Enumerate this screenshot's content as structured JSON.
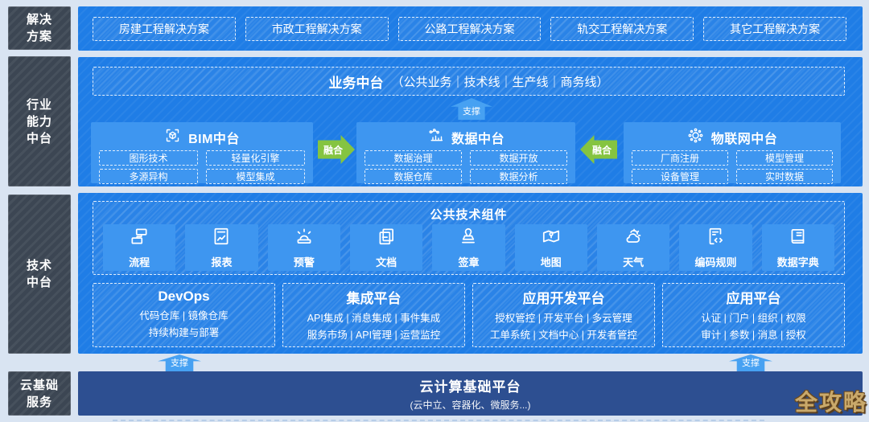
{
  "colors": {
    "background": "#d9e4f2",
    "panel_blue": "#1f7de6",
    "box_blue": "#3e96f0",
    "sidebar_dark": "#3c4653",
    "navy_bar": "#2d4f91",
    "merge_green": "#85c441",
    "support_arrow_blue": "#47a1f2",
    "watermark_gold": "#c9a96b"
  },
  "sidebar": {
    "items": [
      {
        "label": "解决\n方案"
      },
      {
        "label": "行业\n能力\n中台"
      },
      {
        "label": "技术\n中台"
      },
      {
        "label": "云基础\n服务"
      }
    ]
  },
  "solutions": {
    "items": [
      {
        "label": "房建工程解决方案"
      },
      {
        "label": "市政工程解决方案"
      },
      {
        "label": "公路工程解决方案"
      },
      {
        "label": "轨交工程解决方案"
      },
      {
        "label": "其它工程解决方案"
      }
    ]
  },
  "industry": {
    "biz": {
      "title": "业务中台",
      "detail": "（公共业务｜技术线｜生产线｜商务线）"
    },
    "platforms": [
      {
        "title": "BIM中台",
        "icon": "bim-cube-icon",
        "items": [
          "图形技术",
          "轻量化引擎",
          "多源异构",
          "模型集成"
        ]
      },
      {
        "title": "数据中台",
        "icon": "data-chart-icon",
        "items": [
          "数据治理",
          "数据开放",
          "数据仓库",
          "数据分析"
        ]
      },
      {
        "title": "物联网中台",
        "icon": "iot-network-icon",
        "items": [
          "厂商注册",
          "模型管理",
          "设备管理",
          "实时数据"
        ]
      }
    ]
  },
  "arrows": {
    "support_label": "支撑",
    "merge_label": "融合"
  },
  "tech": {
    "components": {
      "title": "公共技术组件",
      "tiles": [
        {
          "label": "流程",
          "icon": "flow-icon"
        },
        {
          "label": "报表",
          "icon": "report-icon"
        },
        {
          "label": "预警",
          "icon": "alert-icon"
        },
        {
          "label": "文档",
          "icon": "document-icon"
        },
        {
          "label": "签章",
          "icon": "stamp-icon"
        },
        {
          "label": "地图",
          "icon": "map-icon"
        },
        {
          "label": "天气",
          "icon": "weather-icon"
        },
        {
          "label": "编码规则",
          "icon": "code-rule-icon"
        },
        {
          "label": "数据字典",
          "icon": "data-dictionary-icon"
        }
      ]
    },
    "platforms": [
      {
        "title": "DevOps",
        "lines": [
          "代码仓库 | 镜像仓库",
          "持续构建与部署"
        ]
      },
      {
        "title": "集成平台",
        "lines": [
          "API集成 | 消息集成 | 事件集成",
          "服务市场 | API管理 | 运营监控"
        ]
      },
      {
        "title": "应用开发平台",
        "lines": [
          "授权管控 | 开发平台 | 多云管理",
          "工单系统 | 文档中心 | 开发者管控"
        ]
      },
      {
        "title": "应用平台",
        "lines": [
          "认证 | 门户 | 组织 | 权限",
          "审计 | 参数 | 消息 | 授权"
        ]
      }
    ]
  },
  "cloud": {
    "title": "云计算基础平台",
    "subtitle": "(云中立、容器化、微服务...)"
  },
  "watermark": {
    "text": "全攻略"
  }
}
